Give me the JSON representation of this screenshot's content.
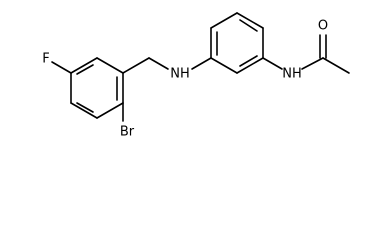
{
  "molecule": {
    "atoms": {
      "fluorine": "F",
      "bromine": "Br",
      "amine": "NH",
      "amide_nitrogen": "NH",
      "carbonyl_oxygen": "O"
    }
  }
}
